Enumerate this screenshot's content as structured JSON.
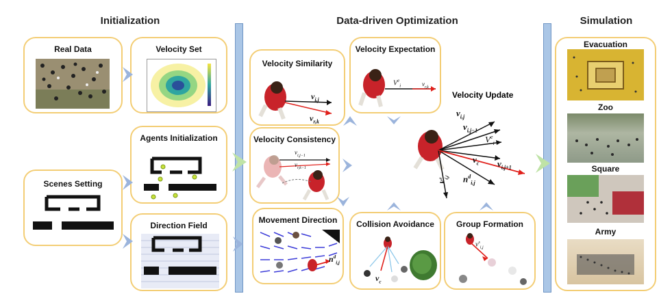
{
  "sections": {
    "initialization": "Initialization",
    "optimization": "Data-driven Optimization",
    "simulation": "Simulation"
  },
  "init": {
    "real_data": "Real Data",
    "velocity_set": "Velocity Set",
    "agents_init": "Agents Initialization",
    "scenes_setting": "Scenes Setting",
    "direction_field": "Direction Field"
  },
  "opt": {
    "velocity_similarity": "Velocity Similarity",
    "velocity_expectation": "Velocity Expectation",
    "velocity_consistency": "Velocity Consistency",
    "movement_direction": "Movement Direction",
    "collision_avoidance": "Collision Avoidance",
    "group_formation": "Group Formation",
    "velocity_update": "Velocity Update"
  },
  "labels": {
    "v_ij": "v",
    "v_rk": "v",
    "ve": "V",
    "vc": "v",
    "nd": "n",
    "vs": "v"
  },
  "sim": {
    "evacuation": "Evacuation",
    "zoo": "Zoo",
    "square": "Square",
    "army": "Army"
  },
  "colors": {
    "box_border": "#f3cd74",
    "divider": "#aac6e6",
    "arrow_blue": "#9bb4dc",
    "arrow_green": "#bfe3a6",
    "red_vector": "#e0201b"
  }
}
